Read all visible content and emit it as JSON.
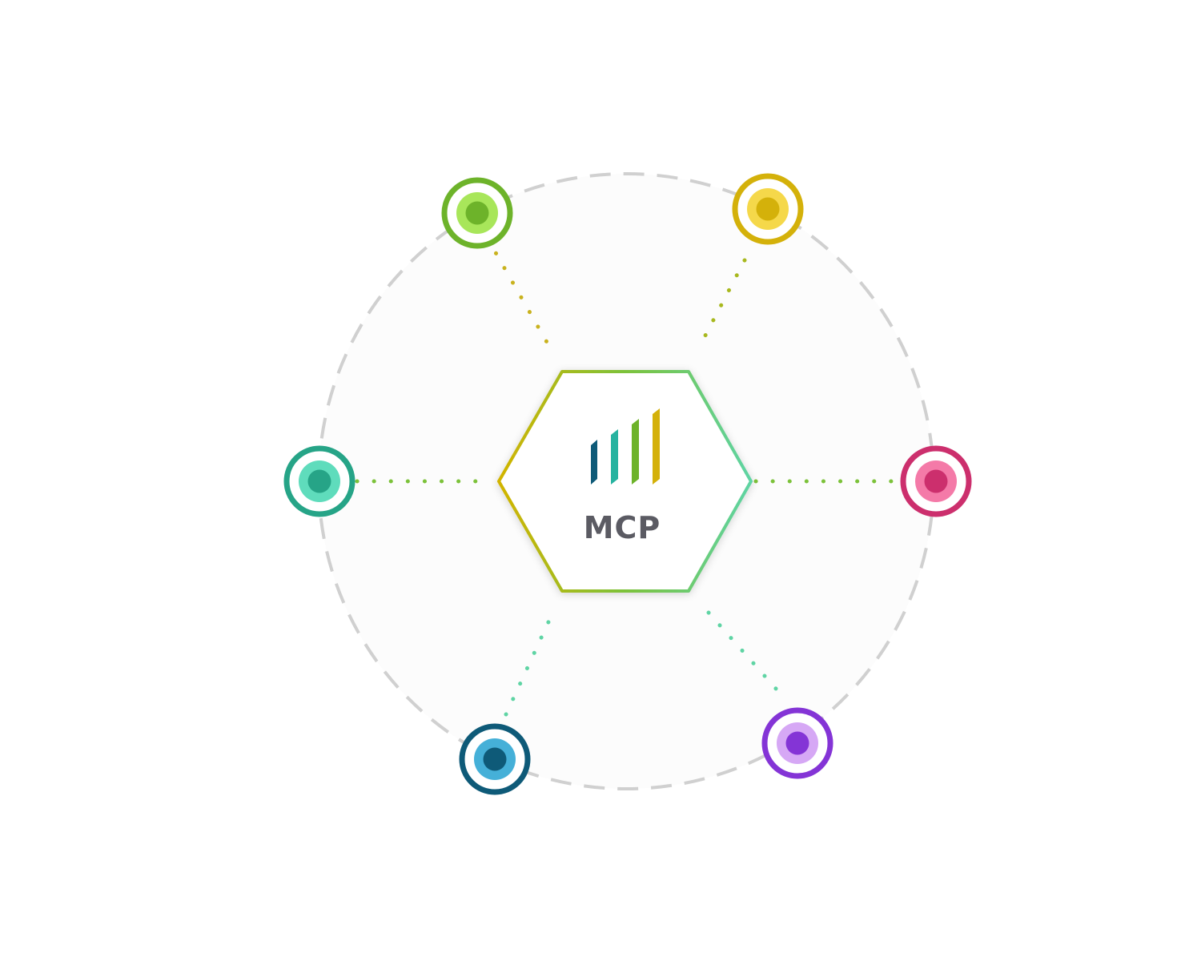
{
  "hub": {
    "label": "MCP",
    "border_gradient": [
      "#d2b400",
      "#7cc23a",
      "#5fd4a4"
    ],
    "logo_bar_colors": [
      "#0e5a78",
      "#27b3a0",
      "#6db32a",
      "#d4b10a"
    ]
  },
  "orbit": {
    "dash_color": "#d0d0d0",
    "fill_color": "#fcfcfc"
  },
  "nodes": [
    {
      "id": "top-left",
      "outer_color": "#6db32a",
      "mid_color": "#a8e65a",
      "core_color": "#6db32a",
      "link_color": "#c9b21e"
    },
    {
      "id": "top-right",
      "outer_color": "#d4b10a",
      "mid_color": "#f5d84a",
      "core_color": "#d4b10a",
      "link_color": "#a8b81e"
    },
    {
      "id": "left",
      "outer_color": "#26a487",
      "mid_color": "#5fdcbc",
      "core_color": "#26a487",
      "link_color": "#7cc23a"
    },
    {
      "id": "right",
      "outer_color": "#cc2f6d",
      "mid_color": "#f47aa8",
      "core_color": "#cc2f6d",
      "link_color": "#7cc23a"
    },
    {
      "id": "bottom-left",
      "outer_color": "#0e5a78",
      "mid_color": "#45b0d8",
      "core_color": "#0e5a78",
      "link_color": "#5fd4a4"
    },
    {
      "id": "bottom-right",
      "outer_color": "#8434d6",
      "mid_color": "#d6a8f5",
      "core_color": "#8434d6",
      "link_color": "#5fd4a4"
    }
  ]
}
